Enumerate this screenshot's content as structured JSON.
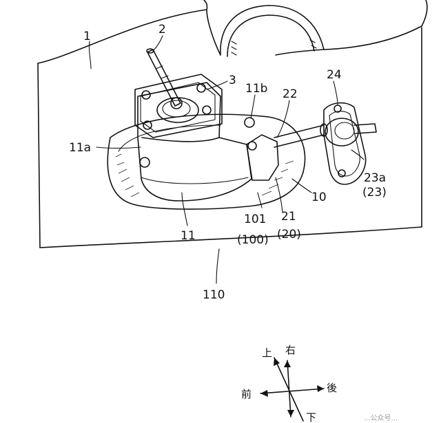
{
  "labels": {
    "l1": "1",
    "l2": "2",
    "l3": "3",
    "l11b": "11b",
    "l22": "22",
    "l24": "24",
    "l11a": "11a",
    "l23a": "23a",
    "l23": "(23)",
    "l10": "10",
    "l101": "101",
    "l100": "(100)",
    "l21": "21",
    "l20": "(20)",
    "l11": "11",
    "l110": "110"
  },
  "directions": {
    "up": "上",
    "right": "右",
    "front": "前",
    "rear": "後",
    "down": "下"
  },
  "watermark": "...公众号..."
}
